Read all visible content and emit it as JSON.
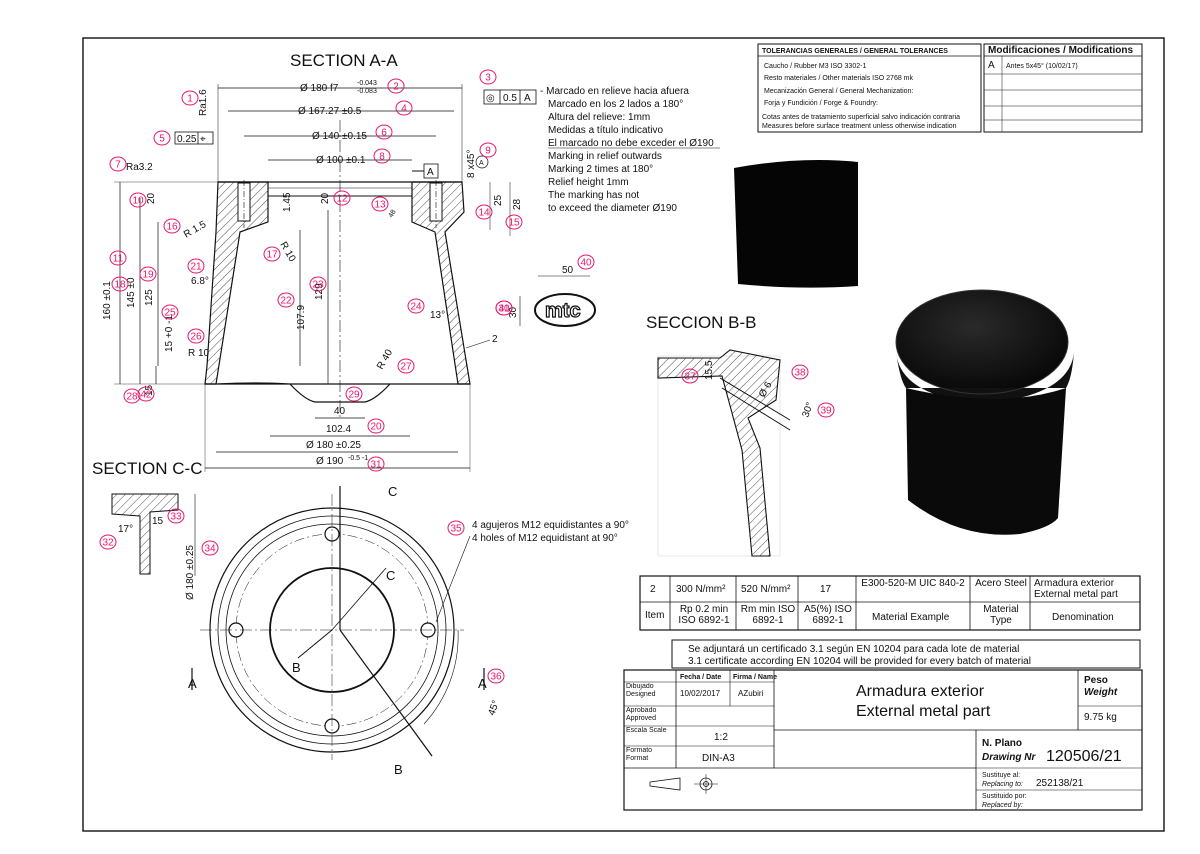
{
  "sections": {
    "aa": "SECTION A-A",
    "bb": "SECCION B-B",
    "cc": "SECTION C-C"
  },
  "dims_aa": {
    "d180": "Ø 180 f7",
    "tol180a": "-0.043",
    "tol180b": "-0.083",
    "d167": "Ø 167.27 ±0.5",
    "d140": "Ø 140 ±0.15",
    "d100": "Ø 100 ±0.1",
    "ra16": "Ra1.6",
    "ra32": "Ra3.2",
    "pos025": "0.25",
    "coax05": "0.5",
    "coaxRef": "A",
    "datumA": "A",
    "chamfer": "8 x45°",
    "chamferRef": "A",
    "d20": "20",
    "d145": "1.45",
    "d20b": "20",
    "d25": "25",
    "d28": "28",
    "r15": "R 1.5",
    "r10": "R 10",
    "ang6": "6.8°",
    "ang13": "13°",
    "d160": "160 ±0.1",
    "d145v": "145 ±0",
    "d125": "125",
    "d129": "129",
    "d1079": "107.9",
    "d15tol": "15 +0 -1",
    "r10b": "R 10",
    "r40": "R 40",
    "d15": "15",
    "d40": "40",
    "d1024": "102.4",
    "d180b": "Ø 180 ±0.25",
    "d190": "Ø 190",
    "tol190": "-0.5 -1",
    "d2": "2",
    "d48": "48"
  },
  "notes": {
    "es1": "- Marcado en relieve hacia afuera",
    "es2": "Marcado en los 2 lados a 180°",
    "es3": "Altura del relieve: 1mm",
    "es4": "Medidas a título indicativo",
    "es5": "El marcado no debe exceder el Ø190",
    "en1": "Marking in relief outwards",
    "en2": "Marking 2 times at 180°",
    "en3": "Relief height 1mm",
    "en4": "The marking has not",
    "en5": "to exceed the diameter Ø190"
  },
  "logo": {
    "text": "mtc",
    "w": "50",
    "h": "30"
  },
  "bb": {
    "d155": "15.5",
    "d6": "Ø 6",
    "ang30": "30°"
  },
  "cc": {
    "d15": "15",
    "ang17": "17°",
    "d180": "Ø 180 ±0.25"
  },
  "plan": {
    "holesEs": "4 agujeros M12 equidistantes a 90°",
    "holesEn": "4 holes of M12 equidistant at 90°",
    "A": "A",
    "B": "B",
    "C": "C",
    "ang45": "45°"
  },
  "balloons": [
    "1",
    "2",
    "3",
    "4",
    "5",
    "6",
    "7",
    "8",
    "9",
    "10",
    "11",
    "12",
    "13",
    "14",
    "15",
    "16",
    "17",
    "18",
    "19",
    "20",
    "21",
    "22",
    "23",
    "24",
    "25",
    "26",
    "27",
    "28",
    "29",
    "30",
    "31",
    "32",
    "33",
    "34",
    "35",
    "36",
    "37",
    "38",
    "39",
    "40",
    "41",
    "42"
  ],
  "tolerances": {
    "header": "TOLERANCIAS GENERALES / GENERAL TOLERANCES",
    "l1": "Caucho / Rubber  M3  ISO 3302-1",
    "l2": "Resto materiales / Other materials ISO 2768 mk",
    "l3": "Mecanización General / General Mechanization:",
    "l4": "Forja y Fundición / Forge & Foundry:",
    "l5": "Cotas antes de tratamiento superficial salvo indicación contraria",
    "l6": "Measures before surface treatment unless otherwise indication"
  },
  "modifications": {
    "header": "Modificaciones / Modifications",
    "rev": "A",
    "text": "Antes 5x45° (10/02/17)"
  },
  "material": {
    "item": "2",
    "rp": "300 N/mm²",
    "rm": "520 N/mm²",
    "a5": "17",
    "example": "E300-520-M UIC 840-2",
    "type": "Acero Steel",
    "denom": "Armadura exterior External metal part",
    "h_item": "Item",
    "h_rp": "Rp 0.2 min ISO 6892-1",
    "h_rm": "Rm min ISO 6892-1",
    "h_a5": "A5(%) ISO 6892-1",
    "h_example": "Material Example",
    "h_type": "Material Type",
    "h_denom": "Denomination"
  },
  "certificate": {
    "es": "Se adjuntará un certificado 3.1 según EN 10204 para cada lote de material",
    "en": "3.1 certificate according EN 10204 will be provided for every batch of material"
  },
  "titleblock": {
    "fecha": "Fecha / Date",
    "firma": "Firma / Name",
    "dibujado": "Dibujado Designed",
    "date": "10/02/2017",
    "name": "AZubiri",
    "aprobado": "Aprobado Approved",
    "escala": "Escala Scale",
    "scale": "1:2",
    "formato": "Formato Format",
    "format": "DIN-A3",
    "title_es": "Armadura exterior",
    "title_en": "External metal part",
    "peso": "Peso",
    "weight": "Weight",
    "weight_val": "9.75 kg",
    "nplano": "N. Plano",
    "drawingnr": "Drawing Nr",
    "drawing_val": "120506/21",
    "sustituye": "Sustituye al:",
    "replacing": "Replacing to:",
    "replacing_val": "252138/21",
    "sustituido": "Sustituido por:",
    "replacedby": "Replaced by:"
  }
}
